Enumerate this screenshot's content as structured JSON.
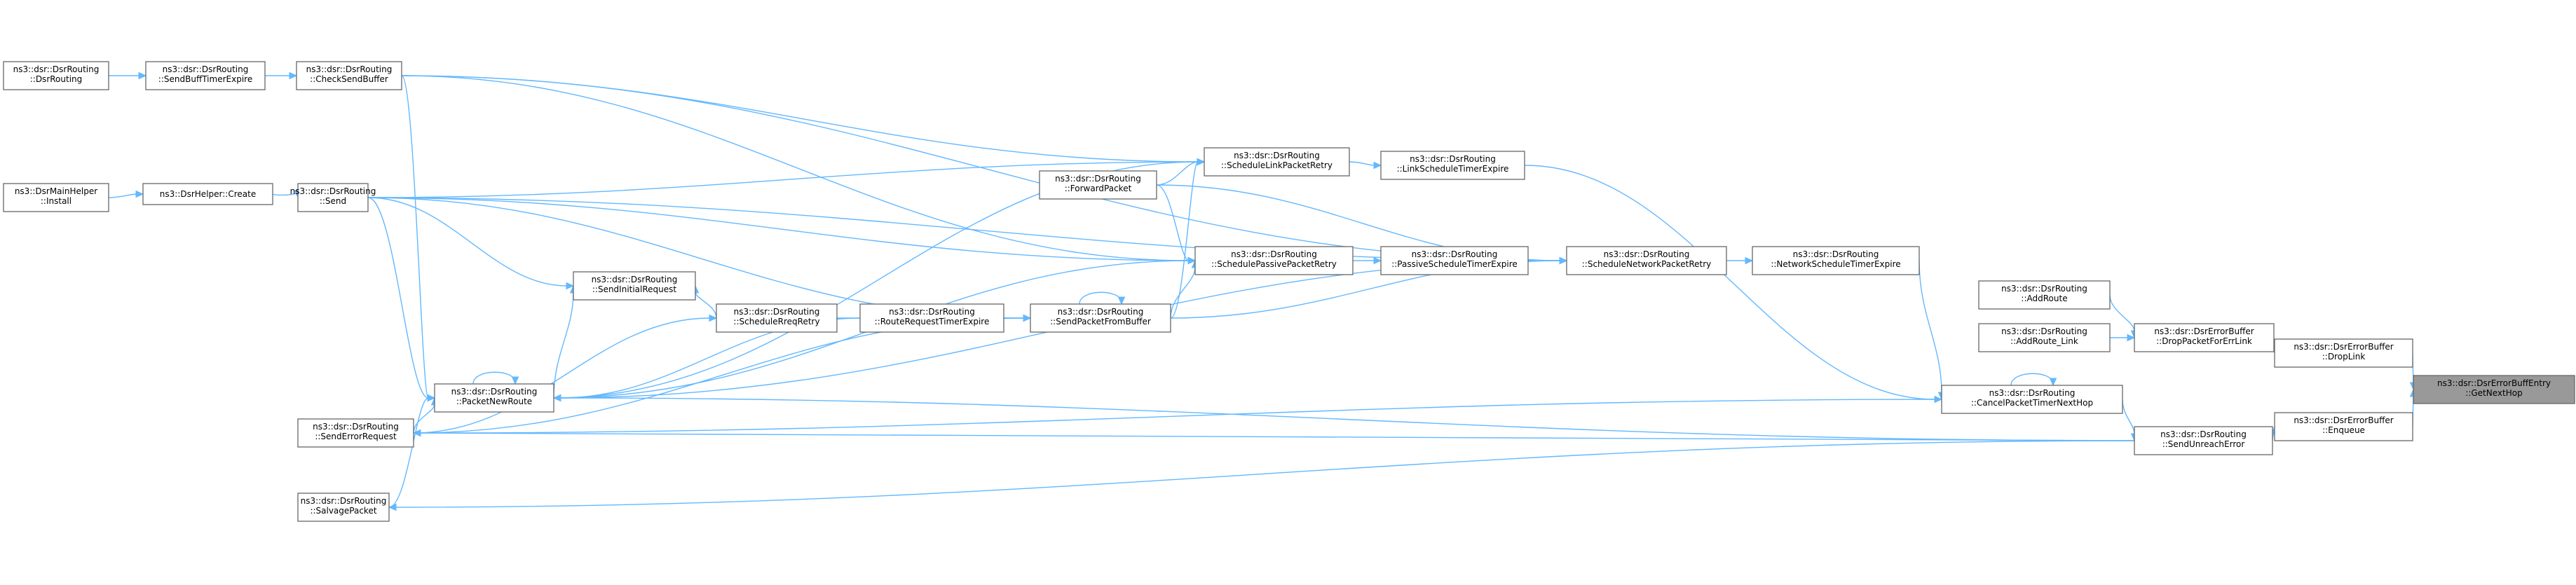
{
  "diagram": {
    "type": "call-graph",
    "colors": {
      "edge": "#63b8ff",
      "node_border": "#666666",
      "node_fill": "#ffffff",
      "target_fill": "#999999",
      "text": "#000000"
    },
    "nodes": [
      {
        "id": "n0",
        "lines": [
          "ns3::dsr::DsrErrorBuffEntry",
          "::GetNextHop"
        ],
        "target": true
      },
      {
        "id": "n1",
        "lines": [
          "ns3::dsr::DsrErrorBuffer",
          "::DropLink"
        ]
      },
      {
        "id": "n2",
        "lines": [
          "ns3::dsr::DsrErrorBuffer",
          "::Enqueue"
        ]
      },
      {
        "id": "n3",
        "lines": [
          "ns3::dsr::DsrErrorBuffer",
          "::DropPacketForErrLink"
        ]
      },
      {
        "id": "n4",
        "lines": [
          "ns3::dsr::DsrRouting",
          "::AddRoute"
        ]
      },
      {
        "id": "n5",
        "lines": [
          "ns3::dsr::DsrRouting",
          "::AddRoute_Link"
        ]
      },
      {
        "id": "n6",
        "lines": [
          "ns3::dsr::DsrRouting",
          "::SendUnreachError"
        ]
      },
      {
        "id": "n7",
        "lines": [
          "ns3::dsr::DsrRouting",
          "::CancelPacketTimerNextHop"
        ]
      },
      {
        "id": "n8",
        "lines": [
          "ns3::dsr::DsrRouting",
          "::NetworkScheduleTimerExpire"
        ]
      },
      {
        "id": "n9",
        "lines": [
          "ns3::dsr::DsrRouting",
          "::ScheduleNetworkPacketRetry"
        ]
      },
      {
        "id": "n10",
        "lines": [
          "ns3::dsr::DsrRouting",
          "::LinkScheduleTimerExpire"
        ]
      },
      {
        "id": "n11",
        "lines": [
          "ns3::dsr::DsrRouting",
          "::PassiveScheduleTimerExpire"
        ]
      },
      {
        "id": "n12",
        "lines": [
          "ns3::dsr::DsrRouting",
          "::ScheduleLinkPacketRetry"
        ]
      },
      {
        "id": "n13",
        "lines": [
          "ns3::dsr::DsrRouting",
          "::SchedulePassivePacketRetry"
        ]
      },
      {
        "id": "n14",
        "lines": [
          "ns3::dsr::DsrRouting",
          "::ForwardPacket"
        ]
      },
      {
        "id": "n15",
        "lines": [
          "ns3::dsr::DsrRouting",
          "::SendPacketFromBuffer"
        ]
      },
      {
        "id": "n16",
        "lines": [
          "ns3::dsr::DsrRouting",
          "::RouteRequestTimerExpire"
        ]
      },
      {
        "id": "n17",
        "lines": [
          "ns3::dsr::DsrRouting",
          "::ScheduleRreqRetry"
        ]
      },
      {
        "id": "n18",
        "lines": [
          "ns3::dsr::DsrRouting",
          "::SendInitialRequest"
        ]
      },
      {
        "id": "n19",
        "lines": [
          "ns3::dsr::DsrRouting",
          "::PacketNewRoute"
        ]
      },
      {
        "id": "n20",
        "lines": [
          "ns3::dsr::DsrRouting",
          "::CheckSendBuffer"
        ]
      },
      {
        "id": "n21",
        "lines": [
          "ns3::dsr::DsrRouting",
          "::SendBuffTimerExpire"
        ]
      },
      {
        "id": "n22",
        "lines": [
          "ns3::dsr::DsrRouting",
          "::DsrRouting"
        ]
      },
      {
        "id": "n23",
        "lines": [
          "ns3::dsr::DsrRouting",
          "::Send"
        ]
      },
      {
        "id": "n24",
        "lines": [
          "ns3::DsrHelper::Create"
        ]
      },
      {
        "id": "n25",
        "lines": [
          "ns3::DsrMainHelper",
          "::Install"
        ]
      },
      {
        "id": "n26",
        "lines": [
          "ns3::dsr::DsrRouting",
          "::SendErrorRequest"
        ]
      },
      {
        "id": "n27",
        "lines": [
          "ns3::dsr::DsrRouting",
          "::SalvagePacket"
        ]
      }
    ],
    "edges": [
      {
        "from": "n1",
        "to": "n0"
      },
      {
        "from": "n2",
        "to": "n0"
      },
      {
        "from": "n3",
        "to": "n1"
      },
      {
        "from": "n4",
        "to": "n3"
      },
      {
        "from": "n5",
        "to": "n3"
      },
      {
        "from": "n6",
        "to": "n2"
      },
      {
        "from": "n7",
        "to": "n6"
      },
      {
        "from": "n7",
        "to": "n7"
      },
      {
        "from": "n8",
        "to": "n7"
      },
      {
        "from": "n10",
        "to": "n7"
      },
      {
        "from": "n9",
        "to": "n8"
      },
      {
        "from": "n12",
        "to": "n10"
      },
      {
        "from": "n13",
        "to": "n11"
      },
      {
        "from": "n11",
        "to": "n9"
      },
      {
        "from": "n14",
        "to": "n12"
      },
      {
        "from": "n15",
        "to": "n12"
      },
      {
        "from": "n20",
        "to": "n12"
      },
      {
        "from": "n23",
        "to": "n12"
      },
      {
        "from": "n19",
        "to": "n12"
      },
      {
        "from": "n14",
        "to": "n13"
      },
      {
        "from": "n15",
        "to": "n13"
      },
      {
        "from": "n20",
        "to": "n13"
      },
      {
        "from": "n23",
        "to": "n13"
      },
      {
        "from": "n19",
        "to": "n13"
      },
      {
        "from": "n14",
        "to": "n9"
      },
      {
        "from": "n15",
        "to": "n9"
      },
      {
        "from": "n20",
        "to": "n9"
      },
      {
        "from": "n23",
        "to": "n9"
      },
      {
        "from": "n19",
        "to": "n9"
      },
      {
        "from": "n15",
        "to": "n15"
      },
      {
        "from": "n16",
        "to": "n15"
      },
      {
        "from": "n23",
        "to": "n15"
      },
      {
        "from": "n26",
        "to": "n15"
      },
      {
        "from": "n16",
        "to": "n17"
      },
      {
        "from": "n17",
        "to": "n18"
      },
      {
        "from": "n16",
        "to": "n19"
      },
      {
        "from": "n26",
        "to": "n17"
      },
      {
        "from": "n23",
        "to": "n18"
      },
      {
        "from": "n19",
        "to": "n18"
      },
      {
        "from": "n19",
        "to": "n19"
      },
      {
        "from": "n20",
        "to": "n19"
      },
      {
        "from": "n23",
        "to": "n19"
      },
      {
        "from": "n27",
        "to": "n19"
      },
      {
        "from": "n26",
        "to": "n19"
      },
      {
        "from": "n6",
        "to": "n19"
      },
      {
        "from": "n21",
        "to": "n20"
      },
      {
        "from": "n22",
        "to": "n21"
      },
      {
        "from": "n24",
        "to": "n23"
      },
      {
        "from": "n25",
        "to": "n24"
      },
      {
        "from": "n7",
        "to": "n26"
      },
      {
        "from": "n6",
        "to": "n27"
      },
      {
        "from": "n6",
        "to": "n26"
      }
    ]
  }
}
